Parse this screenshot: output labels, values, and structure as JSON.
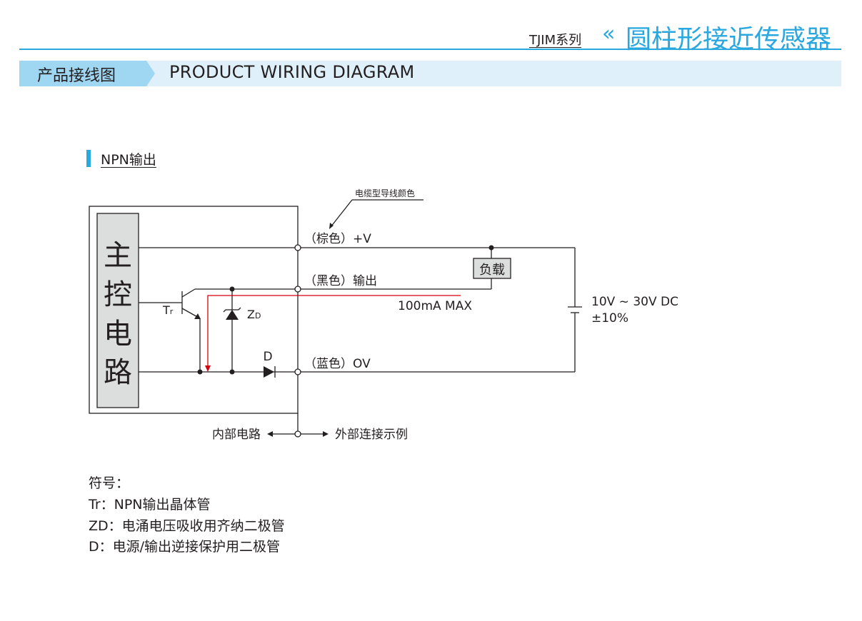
{
  "header": {
    "series": "TJIM系列",
    "chevron": "«",
    "title": "圆柱形接近传感器"
  },
  "section": {
    "tag": "产品接线图",
    "title": "PRODUCT WIRING DIAGRAM"
  },
  "subsection": {
    "title": "NPN输出"
  },
  "diagram": {
    "cable_color_note": "电缆型导线颜色",
    "main_circuit": [
      "主",
      "控",
      "电",
      "路"
    ],
    "brown_label": "（棕色）+V",
    "black_label": "（黑色）输出",
    "blue_label": "（蓝色）OV",
    "load_label": "负载",
    "max_current": "100mA MAX",
    "supply_voltage": "10V ~ 30V DC",
    "supply_tolerance": "±10%",
    "transistor_main": "T",
    "transistor_sub": "r",
    "zener_main": "Z",
    "zener_sub": "D",
    "diode_label": "D",
    "internal_label": "内部电路",
    "external_label": "外部连接示例"
  },
  "legend": {
    "heading": "符号：",
    "items": [
      "Tr：NPN输出晶体管",
      "ZD：电涌电压吸收用齐纳二极管",
      "D：电源/输出逆接保护用二极管"
    ]
  },
  "colors": {
    "accent": "#29a7df",
    "band": "#dff0fa",
    "current_path": "#d7000f",
    "main_circuit_fill": "#dcdddd"
  }
}
